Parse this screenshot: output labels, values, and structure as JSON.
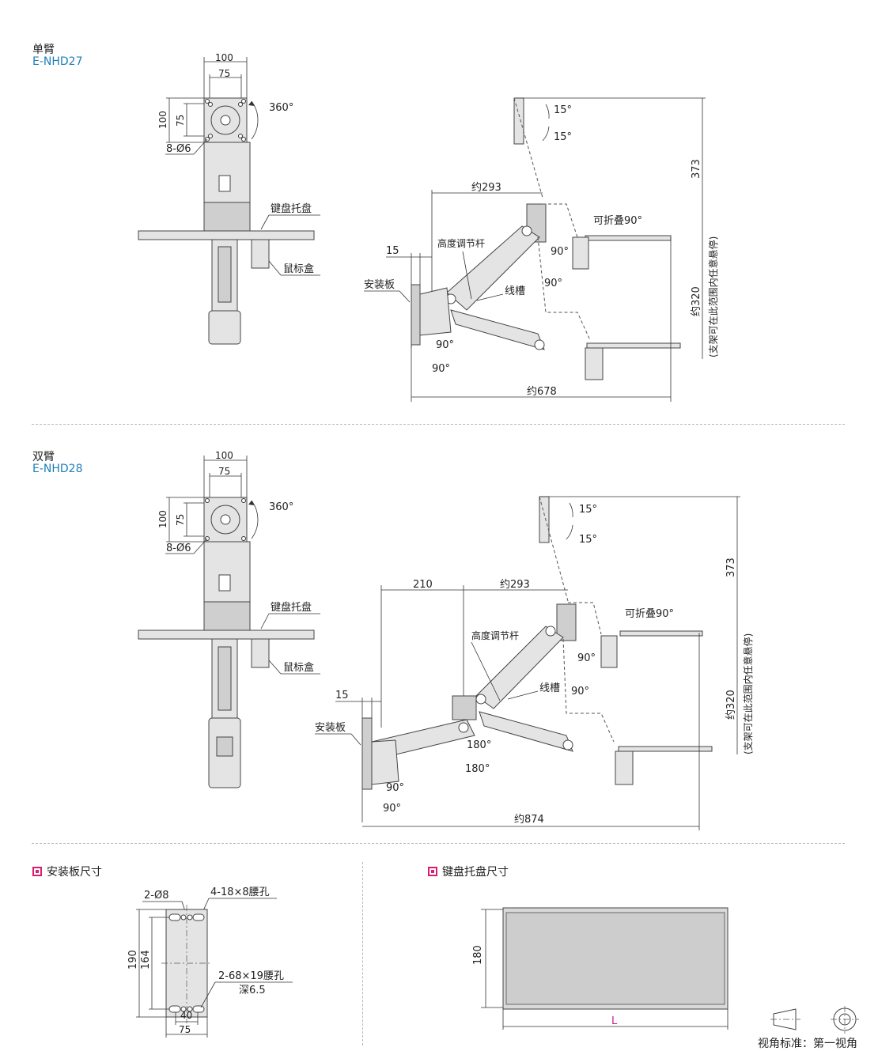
{
  "single_arm": {
    "title": "单臂",
    "code": "E-NHD27",
    "dims": {
      "w100": "100",
      "w75": "75",
      "h100": "100",
      "h75": "75",
      "rotate": "360°",
      "holes": "8-Ø6",
      "keyboard_tray": "键盘托盘",
      "mouse_box": "鼠标盒",
      "tilt_up": "15°",
      "tilt_down": "15°",
      "height": "373",
      "reach": "约293",
      "fold": "可折叠90°",
      "adjust_rod": "高度调节杆",
      "offset": "15",
      "mount_plate": "安装板",
      "cable_slot": "线槽",
      "swivel_a": "90°",
      "swivel_b": "90°",
      "base_a": "90°",
      "base_b": "90°",
      "range": "约320",
      "range_note": "(支架可在此范围内任意悬停)",
      "total": "约678"
    }
  },
  "double_arm": {
    "title": "双臂",
    "code": "E-NHD28",
    "dims": {
      "w100": "100",
      "w75": "75",
      "h100": "100",
      "h75": "75",
      "rotate": "360°",
      "holes": "8-Ø6",
      "keyboard_tray": "键盘托盘",
      "mouse_box": "鼠标盒",
      "tilt_up": "15°",
      "tilt_down": "15°",
      "height": "373",
      "reach_inner": "210",
      "reach": "约293",
      "fold": "可折叠90°",
      "adjust_rod": "高度调节杆",
      "offset": "15",
      "mount_plate": "安装板",
      "cable_slot": "线槽",
      "swivel_a": "90°",
      "swivel_b": "90°",
      "elbow_a": "180°",
      "elbow_b": "180°",
      "base_a": "90°",
      "base_b": "90°",
      "range": "约320",
      "range_note": "(支架可在此范围内任意悬停)",
      "total": "约874"
    }
  },
  "mount_plate_section": {
    "title": "安装板尺寸",
    "holes_round": "2-Ø8",
    "holes_slot_top": "4-18×8腰孔",
    "height_outer": "190",
    "height_inner": "164",
    "holes_slot_mid": "2-68×19腰孔",
    "depth": "深6.5",
    "width_inner": "40",
    "width_outer": "75"
  },
  "tray_section": {
    "title": "键盘托盘尺寸",
    "height": "180",
    "length": "L"
  },
  "view_standard": "视角标准：第一视角",
  "colors": {
    "code_blue": "#1f7fb8",
    "section_marker": "#d6206f",
    "length_label": "#c2228a"
  }
}
